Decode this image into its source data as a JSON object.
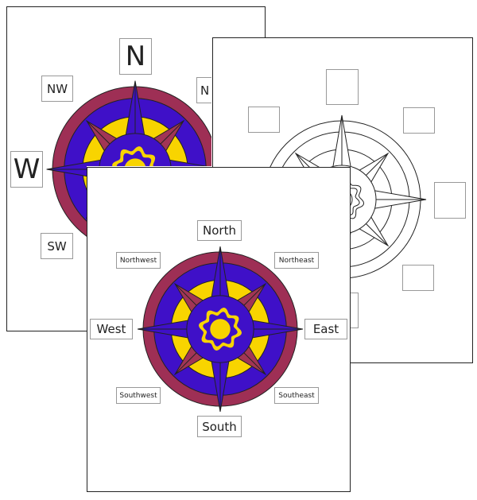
{
  "colors": {
    "ring": "#9e2f55",
    "field": "#3f10c8",
    "accent": "#f8d400",
    "star_secondary": "#a23555",
    "outline": "#222222"
  },
  "back_sheet": {
    "labels": {
      "n": "N",
      "nw": "NW",
      "ne": "N",
      "w": "W",
      "sw": "SW"
    }
  },
  "middle_sheet": {
    "labels": {
      "n": "",
      "nw": "",
      "ne": "",
      "e": "",
      "se": "",
      "s": ""
    }
  },
  "front_sheet": {
    "labels": {
      "n": "North",
      "nw": "Northwest",
      "ne": "Northeast",
      "w": "West",
      "e": "East",
      "sw": "Southwest",
      "se": "Southeast",
      "s": "South"
    }
  }
}
